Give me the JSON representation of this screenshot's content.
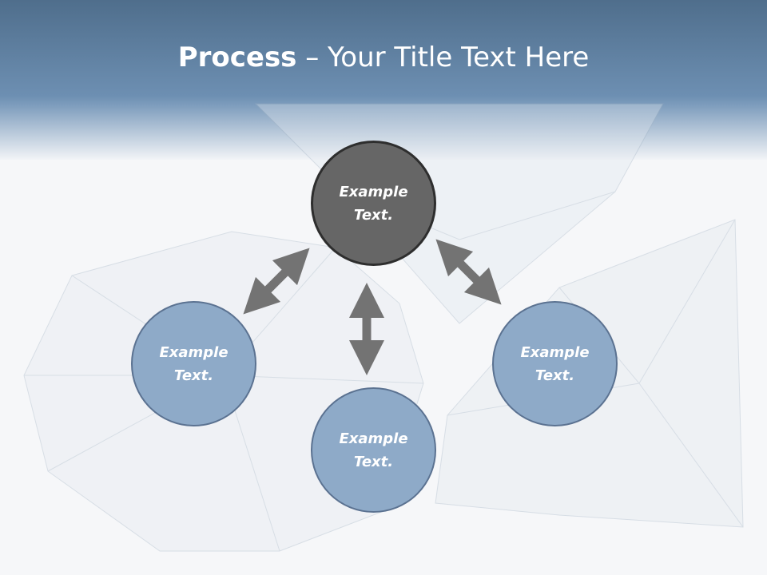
{
  "title": {
    "bold": "Process",
    "rest": " – Your Title Text Here"
  },
  "nodes": [
    {
      "line1": "Example",
      "line2": "Text."
    },
    {
      "line1": "Example",
      "line2": "Text."
    },
    {
      "line1": "Example",
      "line2": "Text."
    },
    {
      "line1": "Example",
      "line2": "Text."
    }
  ],
  "colors": {
    "header": "#6d8fb2",
    "node_blue": "#8eaac8",
    "node_dark": "#666666",
    "arrow": "#737373"
  }
}
